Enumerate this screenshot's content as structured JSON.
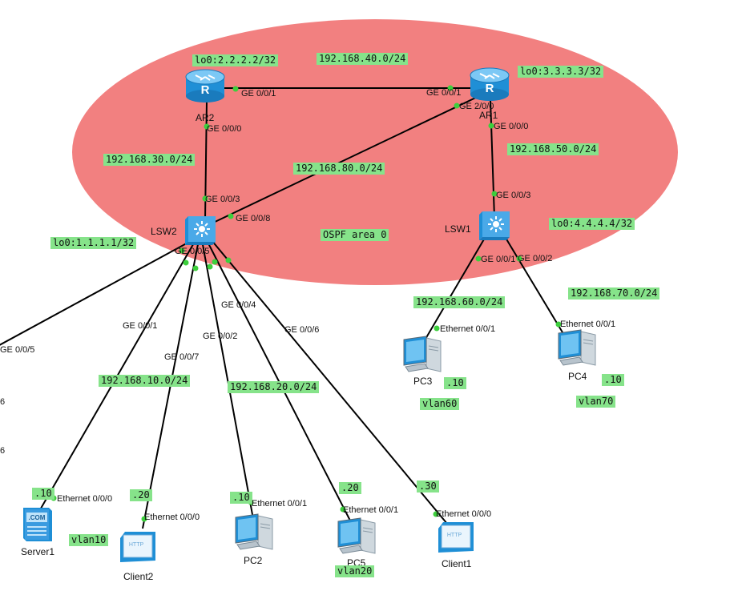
{
  "area": {
    "label": "OSPF area 0",
    "fill": "#f28080"
  },
  "colors": {
    "tag": "#86e38a",
    "port_dot": "#3dcf3d",
    "device_blue": "#1f8fd6"
  },
  "devices": {
    "ar2": {
      "label": "AR2",
      "icon": "router-icon"
    },
    "ar1": {
      "label": "AR1",
      "icon": "router-icon"
    },
    "lsw2": {
      "label": "LSW2",
      "icon": "switch-icon"
    },
    "lsw1": {
      "label": "LSW1",
      "icon": "switch-icon"
    },
    "server1": {
      "label": "Server1",
      "icon": "server-icon",
      "badge": ".COM"
    },
    "client2": {
      "label": "Client2",
      "icon": "client-icon",
      "badge": "HTTP"
    },
    "pc2": {
      "label": "PC2",
      "icon": "pc-icon"
    },
    "pc5": {
      "label": "PC5",
      "icon": "pc-icon"
    },
    "client1": {
      "label": "Client1",
      "icon": "client-icon",
      "badge": "HTTP"
    },
    "pc3": {
      "label": "PC3",
      "icon": "pc-icon"
    },
    "pc4": {
      "label": "PC4",
      "icon": "pc-icon"
    }
  },
  "tags": {
    "lo_ar2": "lo0:2.2.2.2/32",
    "net40": "192.168.40.0/24",
    "lo_ar1": "lo0:3.3.3.3/32",
    "net30": "192.168.30.0/24",
    "net80": "192.168.80.0/24",
    "net50": "192.168.50.0/24",
    "lo_lsw1": "lo0:4.4.4.4/32",
    "lo_lsw2": "lo0:1.1.1.1/32",
    "net60": "192.168.60.0/24",
    "net70": "192.168.70.0/24",
    "net10": "192.168.10.0/24",
    "net20": "192.168.20.0/24",
    "pc3_host": ".10",
    "pc3_vlan": "vlan60",
    "pc4_host": ".10",
    "pc4_vlan": "vlan70",
    "server1_host": ".10",
    "client2_host": ".20",
    "vlan10": "vlan10",
    "pc2_host": ".10",
    "pc5_host": ".20",
    "client1_host": ".30",
    "vlan20": "vlan20"
  },
  "ports": {
    "ar2_ge001": "GE 0/0/1",
    "ar1_ge001": "GE 0/0/1",
    "ar1_ge200": "GE 2/0/0",
    "ar2_ge000": "GE 0/0/0",
    "ar1_ge000": "GE 0/0/0",
    "lsw2_ge003": "GE 0/0/3",
    "lsw2_ge008": "GE 0/0/8",
    "lsw1_ge003": "GE 0/0/3",
    "lsw2_ge005": "GE 0/0/5",
    "lsw1_ge001": "GE 0/0/1",
    "lsw1_ge002": "GE 0/0/2",
    "lsw2_ge004": "GE 0/0/4",
    "lsw2_ge001": "GE 0/0/1",
    "lsw2_ge002": "GE 0/0/2",
    "lsw2_ge006": "GE 0/0/6",
    "lsw2_ge007": "GE 0/0/7",
    "offscreen_ge005": "GE 0/0/5",
    "pc3_eth": "Ethernet 0/0/1",
    "pc4_eth": "Ethernet 0/0/1",
    "server1_eth": "Ethernet 0/0/0",
    "client2_eth": "Ethernet 0/0/0",
    "pc2_eth": "Ethernet 0/0/1",
    "pc5_eth": "Ethernet 0/0/1",
    "client1_eth": "Ethernet 0/0/0",
    "edge_6a": "6",
    "edge_6b": "6"
  }
}
